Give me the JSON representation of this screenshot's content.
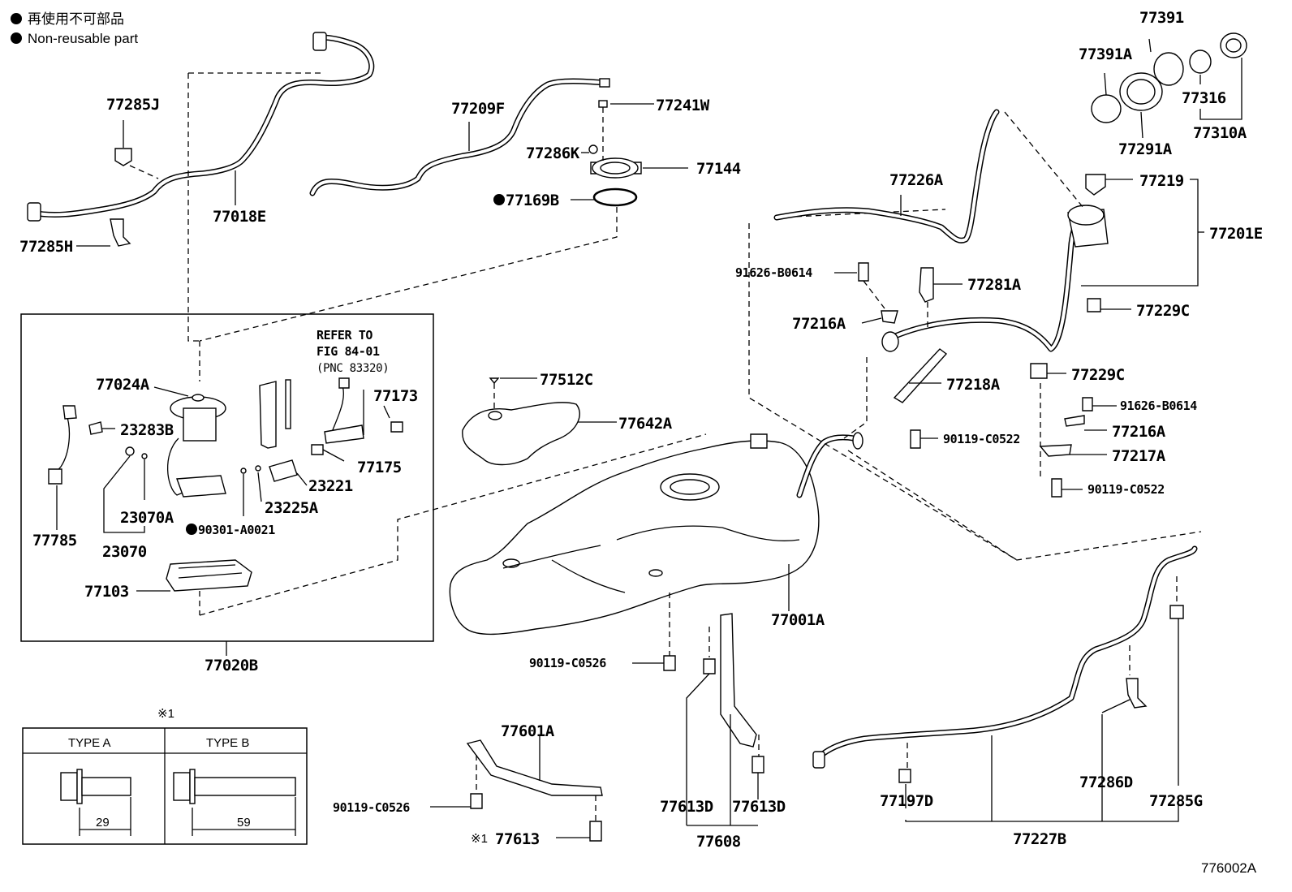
{
  "legend": {
    "jp": "再使用不可部品",
    "en": "Non-reusable part"
  },
  "footer_code": "776002A",
  "refer_note": {
    "line1": "REFER TO",
    "line2": "FIG 84-01",
    "line3": "(PNC 83320)"
  },
  "bolt_table": {
    "note_mark": "※1",
    "type_a": "TYPE A",
    "type_b": "TYPE B",
    "len_a": "29",
    "len_b": "59"
  },
  "labels": {
    "p77391": "77391",
    "p77391A": "77391A",
    "p77316": "77316",
    "p77310A": "77310A",
    "p77291A": "77291A",
    "p77285J": "77285J",
    "p77018E": "77018E",
    "p77285H": "77285H",
    "p77209F": "77209F",
    "p77241W": "77241W",
    "p77286K": "77286K",
    "p77144": "77144",
    "p77169B": "77169B",
    "p77226A": "77226A",
    "p77219": "77219",
    "p77201E": "77201E",
    "p91626_top": "91626-B0614",
    "p77281A": "77281A",
    "p77229C_a": "77229C",
    "p77216A_a": "77216A",
    "p77229C_b": "77229C",
    "p77218A": "77218A",
    "p91626_bot": "91626-B0614",
    "p90119_c0522_a": "90119-C0522",
    "p77216A_b": "77216A",
    "p77217A": "77217A",
    "p90119_c0522_b": "90119-C0522",
    "p77024A": "77024A",
    "p23283B": "23283B",
    "p77173": "77173",
    "p77175": "77175",
    "p23221": "23221",
    "p23225A": "23225A",
    "p23070A": "23070A",
    "p90301": "90301-A0021",
    "p77785": "77785",
    "p23070": "23070",
    "p77103": "77103",
    "p77020B": "77020B",
    "p77512C": "77512C",
    "p77642A": "77642A",
    "p77001A": "77001A",
    "p90119_c0526_a": "90119-C0526",
    "p77601A": "77601A",
    "p90119_c0526_b": "90119-C0526",
    "p77613": "77613",
    "p77613_mark": "※1",
    "p77613D_a": "77613D",
    "p77613D_b": "77613D",
    "p77608": "77608",
    "p77197D": "77197D",
    "p77286D": "77286D",
    "p77285G": "77285G",
    "p77227B": "77227B"
  }
}
